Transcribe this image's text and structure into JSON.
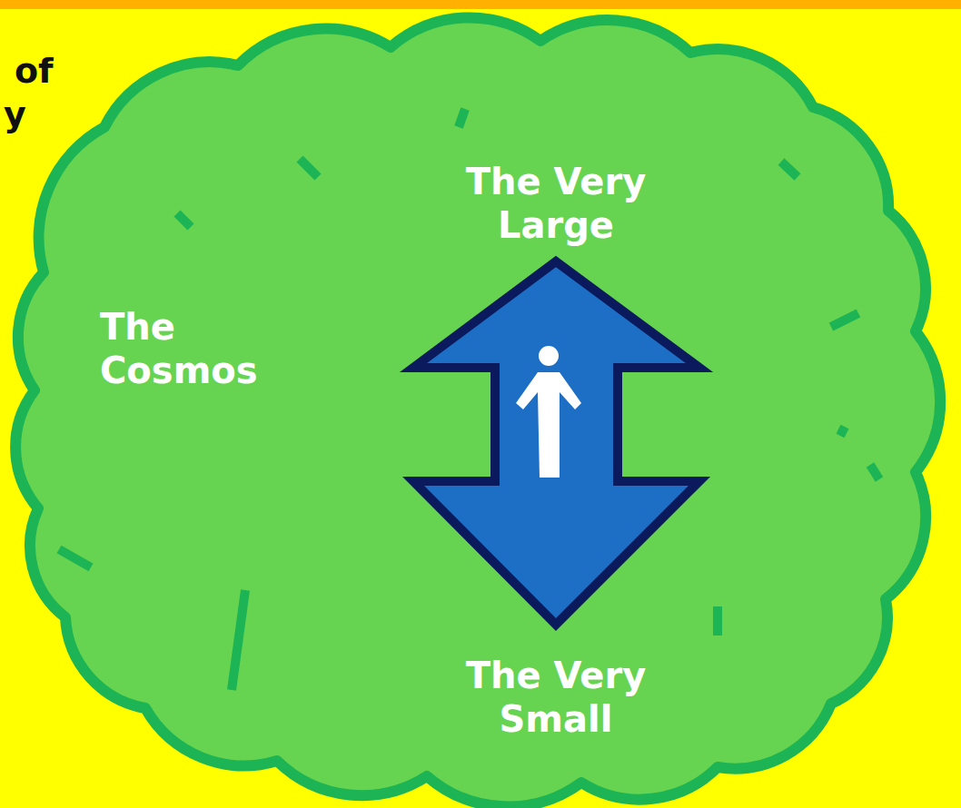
{
  "diagram": {
    "nodes": [
      {
        "text": [
          "The Cosmos",
          "The Very Large",
          "The Very Small"
        ]
      }
    ],
    "labels": [
      "of",
      "y"
    ]
  }
}
